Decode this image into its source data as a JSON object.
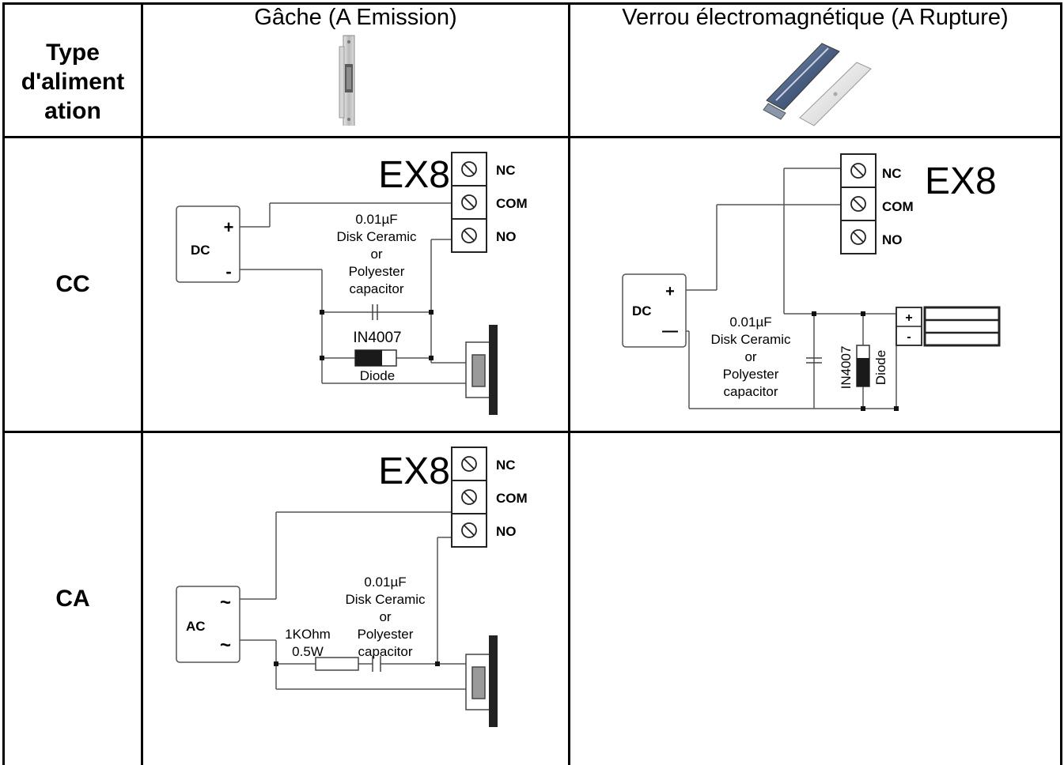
{
  "header": {
    "type_label_lines": [
      "Type",
      "d'aliment",
      "ation"
    ],
    "col_strike": "Gâche (A Emission)",
    "col_maglock": "Verrou électromagnétique (A Rupture)"
  },
  "rows": {
    "dc": "CC",
    "ac": "CA"
  },
  "diagram_strike_dc": {
    "controller": "EX8",
    "terminals": [
      "NC",
      "COM",
      "NO"
    ],
    "source": "DC",
    "plus": "+",
    "minus": "-",
    "capacitor_lines": [
      "0.01µF",
      "Disk Ceramic",
      "or",
      "Polyester",
      "capacitor"
    ],
    "diode_part": "IN4007",
    "diode_label": "Diode"
  },
  "diagram_maglock_dc": {
    "controller": "EX8",
    "terminals": [
      "NC",
      "COM",
      "NO"
    ],
    "source": "DC",
    "plus": "+",
    "minus": "—",
    "capacitor_lines": [
      "0.01µF",
      "Disk Ceramic",
      "or",
      "Polyester",
      "capacitor"
    ],
    "diode_part": "IN4007",
    "diode_label": "Diode",
    "lock_plus": "+",
    "lock_minus": "-"
  },
  "diagram_strike_ac": {
    "controller": "EX8",
    "terminals": [
      "NC",
      "COM",
      "NO"
    ],
    "source": "AC",
    "tilde": "~",
    "capacitor_lines": [
      "0.01µF",
      "Disk Ceramic",
      "or",
      "Polyester",
      "capacitor"
    ],
    "resistor_lines": [
      "1KOhm",
      "0.5W"
    ]
  }
}
